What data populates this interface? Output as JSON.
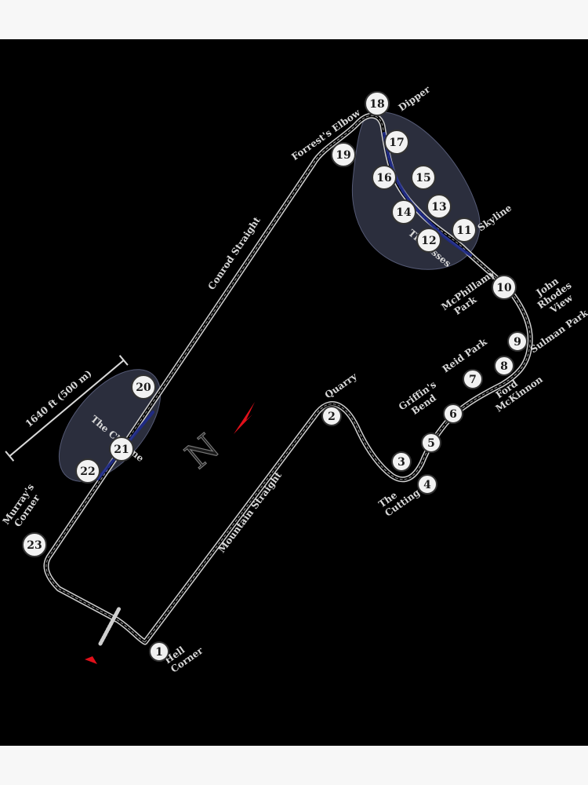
{
  "colors": {
    "background": "#000000",
    "page": "#f7f7f7",
    "track": "#cfcfcf",
    "sector_zone": "#3a3d52",
    "racing_line": "#1e2a8a",
    "north_arrow": "#e0101a"
  },
  "scale_bar": {
    "label": "1640 ft (500 m)"
  },
  "compass": {
    "letter": "N"
  },
  "turns": [
    "1",
    "2",
    "3",
    "4",
    "5",
    "6",
    "7",
    "8",
    "9",
    "10",
    "11",
    "12",
    "13",
    "14",
    "15",
    "16",
    "17",
    "18",
    "19",
    "20",
    "21",
    "22",
    "23"
  ],
  "zones": {
    "esses": "The Esses",
    "chicane": "The Chicane"
  },
  "labels": {
    "hell_corner": [
      "Hell",
      "Corner"
    ],
    "quarry": "Quarry",
    "the_cutting": [
      "The",
      "Cutting"
    ],
    "griffins_bend": [
      "Griffin's",
      "Bend"
    ],
    "reid_park": "Reid Park",
    "ford_mckinnon": [
      "Ford",
      "McKinnon"
    ],
    "sulman_park": "Sulman Park",
    "john_rhodes_view": [
      "John",
      "Rhodes",
      "View"
    ],
    "mcphillamy_park": [
      "McPhillamy",
      "Park"
    ],
    "skyline": "Skyline",
    "dipper": "Dipper",
    "forrests_elbow": "Forrest's Elbow",
    "conrod_straight": "Conrod Straight",
    "mountain_straight": "Mountain Straight",
    "murrays_corner": [
      "Murray's",
      "Corner"
    ]
  }
}
